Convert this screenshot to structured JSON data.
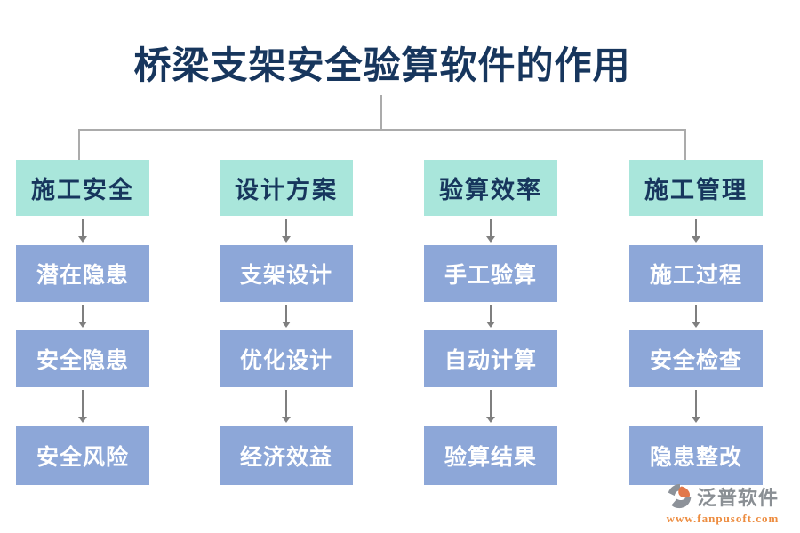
{
  "title": "桥梁支架安全验算软件的作用",
  "columns": [
    {
      "header": "施工安全",
      "items": [
        "潜在隐患",
        "安全隐患",
        "安全风险"
      ]
    },
    {
      "header": "设计方案",
      "items": [
        "支架设计",
        "优化设计",
        "经济效益"
      ]
    },
    {
      "header": "验算效率",
      "items": [
        "手工验算",
        "自动计算",
        "验算结果"
      ]
    },
    {
      "header": "施工管理",
      "items": [
        "施工过程",
        "安全检查",
        "隐患整改"
      ]
    }
  ],
  "footer": {
    "brand": "泛普软件",
    "url": "www.fanpusoft.com",
    "logo_icon": "fanpu-swirl-logo"
  },
  "colors": {
    "header_fill": "#A9E6DB",
    "item_fill": "#8DA7D8",
    "title_text": "#17365D",
    "header_text": "#17365D",
    "item_text": "#FFFFFF",
    "connector": "#ABABAB",
    "arrow": "#7F7F7F",
    "brand_text": "#8A8F94",
    "brand_url": "#ED8C3F",
    "logo_grey": "#8D9299",
    "logo_orange": "#E2784A"
  }
}
